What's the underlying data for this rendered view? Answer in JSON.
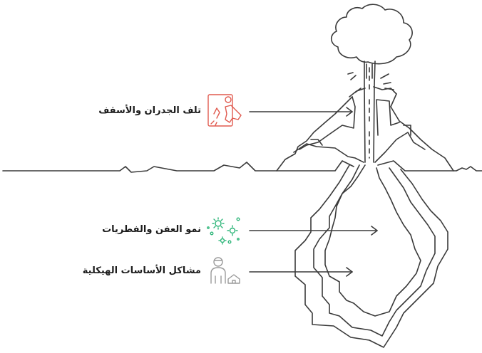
{
  "labels": {
    "walls_ceilings": "تلف الجدران والأسقف",
    "mold_fungi": "نمو العفن والفطريات",
    "foundation": "مشاكل الأساسات الهيكلية"
  },
  "colors": {
    "line": "#3a3a3a",
    "red": "#e05a4f",
    "green": "#2fb67a",
    "gray": "#9a9a9a"
  },
  "icons": {
    "walls_ceilings": "cracked-house-leak-icon",
    "mold_fungi": "mold-spores-icon",
    "foundation": "person-house-icon"
  }
}
